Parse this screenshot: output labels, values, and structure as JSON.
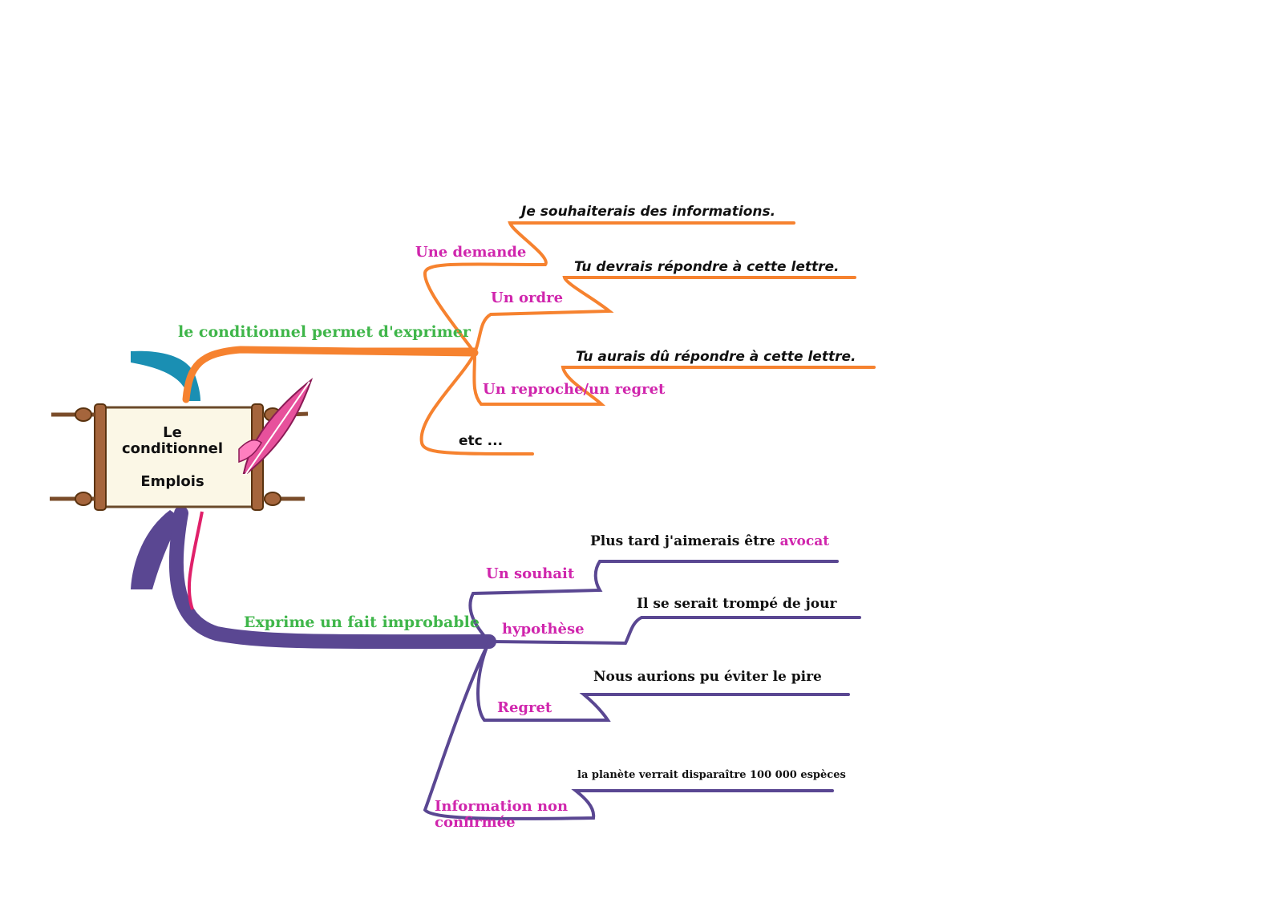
{
  "center": {
    "line1": "Le",
    "line2": "conditionnel",
    "line3": "Emplois",
    "icons": [
      "scroll-icon",
      "quill-icon"
    ]
  },
  "branch_top": {
    "label": "le conditionnel permet d'exprimer",
    "color": "#f6822f",
    "children": [
      {
        "label": "Une demande",
        "example": "Je souhaiterais des informations."
      },
      {
        "label": "Un ordre",
        "example": "Tu devrais répondre à cette lettre."
      },
      {
        "label": "Un reproche/un regret",
        "example": "Tu aurais dû répondre à cette lettre."
      },
      {
        "label": "etc ..."
      }
    ]
  },
  "branch_bottom": {
    "label": "Exprime un fait improbable",
    "color": "#5a4792",
    "children": [
      {
        "label": "Un souhait",
        "example_prefix": "Plus tard j'aimerais être ",
        "example_highlight": "avocat"
      },
      {
        "label": "hypothèse",
        "example": "Il se serait trompé de jour"
      },
      {
        "label": "Regret",
        "example": "Nous aurions pu éviter le pire"
      },
      {
        "label": "Information non confirmée",
        "example": "la planète verrait disparaître 100 000 espèces"
      }
    ]
  },
  "colors": {
    "label_green": "#3fb64a",
    "label_magenta": "#d026ad",
    "teal": "#1a8fb3",
    "orange": "#f6822f",
    "purple": "#5a4792"
  }
}
